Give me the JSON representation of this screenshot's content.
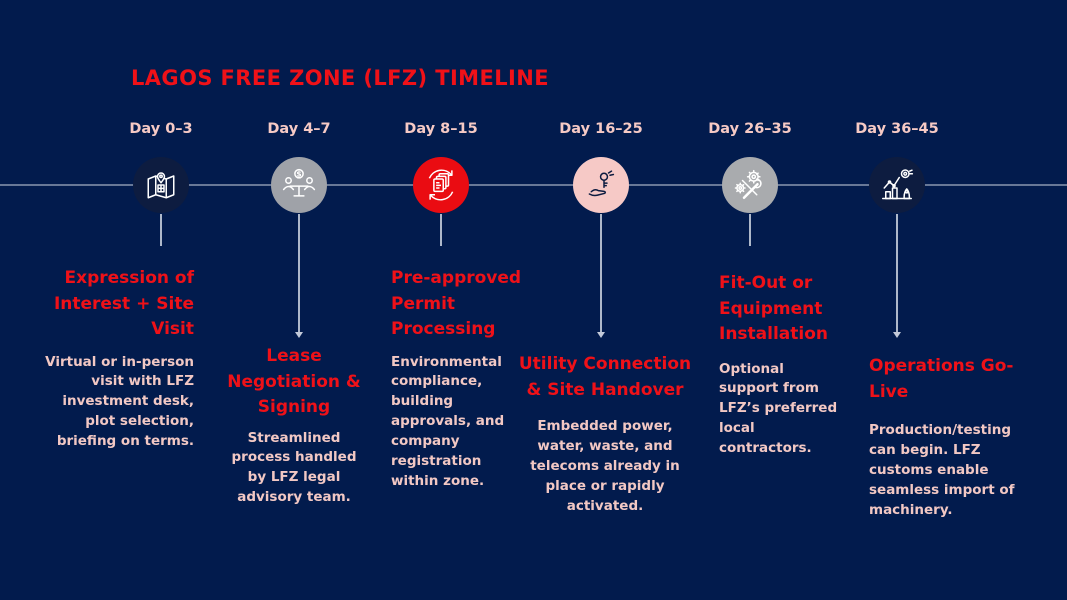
{
  "page": {
    "background_color": "#021b4d",
    "accent_red": "#ef1118",
    "text_pink": "#f2c8c4",
    "timeline_line_color": "#a0aabe",
    "circle_colors": {
      "navy": "#0d1c40",
      "gray": "#9fa2a8",
      "red": "#ea0c12",
      "pink": "#f6c9c6"
    }
  },
  "title": "LAGOS FREE ZONE (LFZ) TIMELINE",
  "milestones": [
    {
      "day": "Day 0–3",
      "icon": "map-site-visit-icon",
      "circle_color": "#0d1c40",
      "title": "Expression of Interest + Site Visit",
      "description": "Virtual or in-person visit with LFZ investment desk, plot selection, briefing on terms."
    },
    {
      "day": "Day 4–7",
      "icon": "lease-negotiation-icon",
      "circle_color": "#9fa2a8",
      "title": "Lease Negotiation & Signing",
      "description": "Streamlined process handled by LFZ legal advisory team."
    },
    {
      "day": "Day 8–15",
      "icon": "documents-refresh-icon",
      "circle_color": "#ea0c12",
      "title": "Pre-approved Permit Processing",
      "description": "Environmental compliance, building approvals, and company registration within zone."
    },
    {
      "day": "Day 16–25",
      "icon": "key-handover-icon",
      "circle_color": "#f6c9c6",
      "title": "Utility Connection & Site Handover",
      "description": "Embedded power, water, waste, and telecoms already in place or rapidly activated."
    },
    {
      "day": "Day 26–35",
      "icon": "gears-wrench-icon",
      "circle_color": "#a9abae",
      "title": "Fit-Out or Equipment Installation",
      "description": "Optional support from LFZ’s preferred local contractors."
    },
    {
      "day": "Day 36–45",
      "icon": "launch-growth-icon",
      "circle_color": "#0d1c40",
      "title": "Operations Go-Live",
      "description": "Production/testing can begin. LFZ customs enable seamless import of machinery."
    }
  ]
}
